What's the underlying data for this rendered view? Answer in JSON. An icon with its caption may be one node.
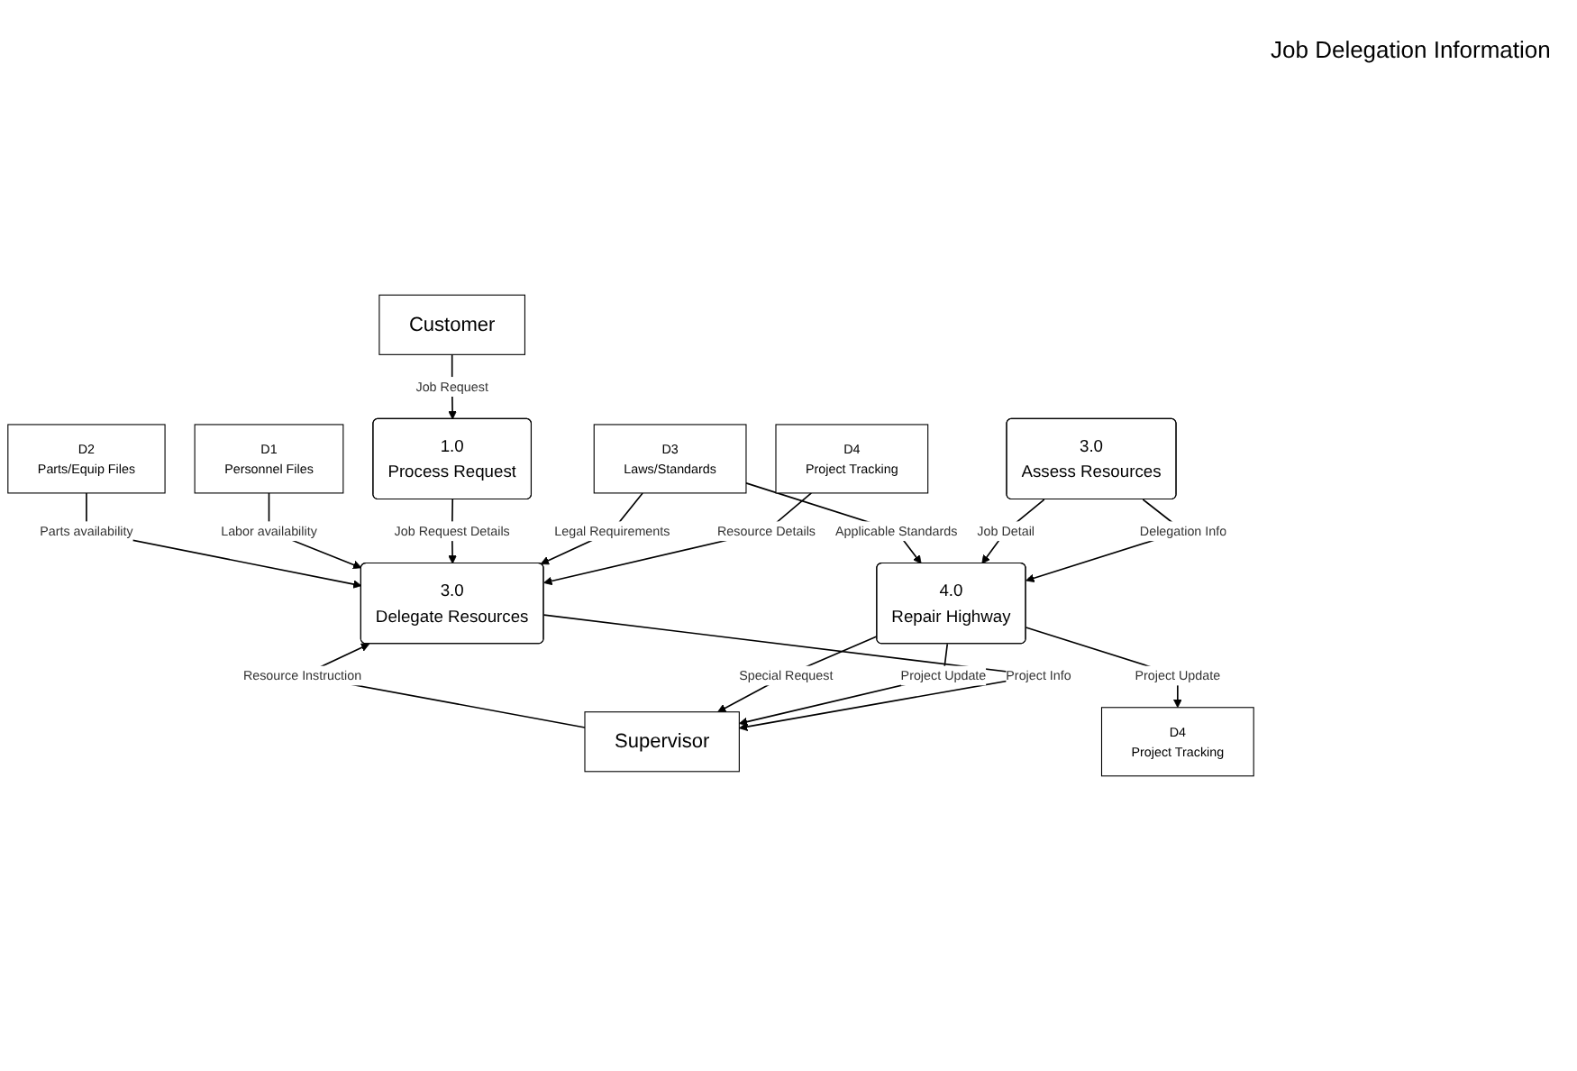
{
  "diagram": {
    "nodes": [
      {
        "text": [
          "Customer"
        ]
      },
      {
        "text": [
          "D4",
          "Project Tracking"
        ]
      },
      {
        "text": [
          "D3",
          "Laws/Standards"
        ]
      },
      {
        "text": [
          "1.0",
          "Process Request"
        ]
      },
      {
        "text": [
          "3.0",
          "Delegate Resources"
        ]
      },
      {
        "text": [
          "3.0",
          "Assess Resources"
        ]
      },
      {
        "text": [
          "D1",
          "Personnel Files"
        ]
      },
      {
        "text": [
          "Supervisor"
        ]
      },
      {
        "text": [
          "4.0",
          "Repair Highway"
        ]
      },
      {
        "text": [
          "D2",
          "Parts/Equip Files"
        ]
      },
      {
        "text": [
          "D4",
          "Project Tracking"
        ]
      }
    ],
    "edges": [
      {
        "from": 0,
        "to": 3,
        "arrow": "to",
        "label": "Job Request"
      },
      {
        "from": 1,
        "to": 4,
        "arrow": "to",
        "label": "Resource Details"
      },
      {
        "from": 2,
        "to": 4,
        "arrow": "to",
        "label": "Legal Requirements"
      },
      {
        "from": 3,
        "to": 4,
        "arrow": "to",
        "label": "Job Request Details"
      },
      {
        "from": 6,
        "to": 4,
        "arrow": "to",
        "label": "Labor availability"
      },
      {
        "from": 9,
        "to": 4,
        "arrow": "to",
        "label": "Parts availability"
      },
      {
        "from": 4,
        "to": 7,
        "arrow": "to",
        "label": "Project Info"
      },
      {
        "from": 7,
        "to": 4,
        "arrow": "to",
        "label": "Resource Instruction"
      },
      {
        "from": 5,
        "to": 8,
        "arrow": "to",
        "label": "Delegation Info"
      },
      {
        "from": 5,
        "to": 8,
        "arrow": "to",
        "label": "Job Detail"
      },
      {
        "from": 2,
        "to": 8,
        "arrow": "to",
        "label": "Applicable Standards"
      },
      {
        "from": 8,
        "to": 7,
        "arrow": "to",
        "label": "Project Update"
      },
      {
        "from": 8,
        "to": 7,
        "arrow": "to",
        "label": "Special Request"
      },
      {
        "from": 8,
        "to": 10,
        "arrow": "to",
        "label": "Project Update"
      }
    ],
    "labels": [
      "Job Delegation Information"
    ]
  }
}
